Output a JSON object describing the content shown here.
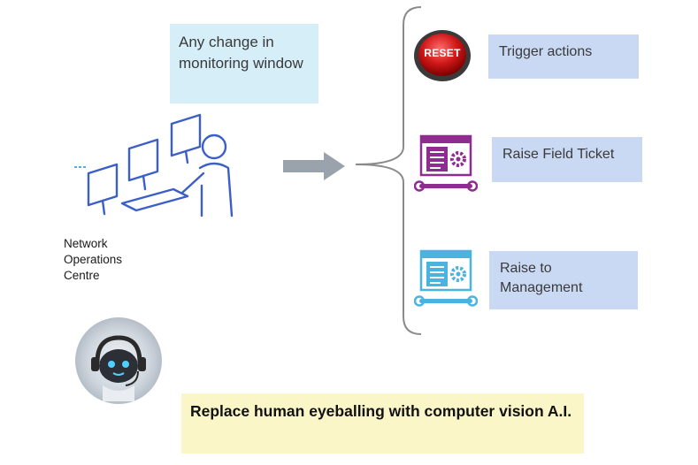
{
  "callout": {
    "text": "Any change in monitoring window"
  },
  "noc": {
    "label": "Network Operations Centre"
  },
  "actions": [
    {
      "label": "Trigger actions",
      "icon": "reset-button-icon",
      "icon_text": "RESET",
      "color": "#c8102e"
    },
    {
      "label": "Raise Field Ticket",
      "icon": "ticket-gear-icon",
      "color": "#8e2d8f"
    },
    {
      "label": "Raise to Management",
      "icon": "management-gear-icon",
      "color": "#4ab3e0"
    }
  ],
  "banner": {
    "text": "Replace human eyeballing with computer vision A.I."
  },
  "colors": {
    "callout_bg": "#d6eef8",
    "action_bg": "#c9d8f3",
    "banner_bg": "#fbf6c8",
    "noc_blue": "#3b5fc7",
    "arrow_gray": "#9aa3ab"
  }
}
